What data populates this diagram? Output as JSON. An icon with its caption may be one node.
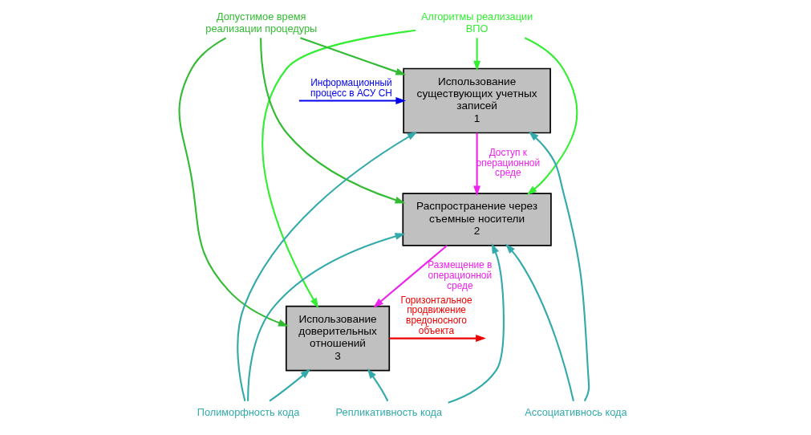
{
  "diagram": {
    "nodes": [
      {
        "text": [
          "Использование существующих учетных записей",
          "1"
        ]
      },
      {
        "text": [
          "Распространение через съемные носители",
          "2"
        ]
      },
      {
        "text": [
          "Использование доверительных отношений",
          "3"
        ]
      },
      {
        "text": [
          "Алгоритмы реализации ВПО"
        ]
      },
      {
        "text": [
          "Допустимое время реализации процедуры"
        ]
      },
      {
        "text": [
          "Ассоциативнось кода"
        ]
      },
      {
        "text": [
          "Полиморфность кода"
        ]
      },
      {
        "text": [
          "Репликативность кода"
        ]
      }
    ],
    "edges": [
      {
        "from": null,
        "to": 0,
        "arrow": "to",
        "label": "Информационный процесс в АСУ СН",
        "color": "#0000ee"
      },
      {
        "from": 3,
        "to": 0,
        "arrow": "to",
        "color": "#33ee33"
      },
      {
        "from": 3,
        "to": 1,
        "arrow": "to",
        "color": "#33ee33"
      },
      {
        "from": 3,
        "to": 2,
        "arrow": "to",
        "color": "#33ee33"
      },
      {
        "from": 4,
        "to": 0,
        "arrow": "to",
        "color": "#33bb33"
      },
      {
        "from": 4,
        "to": 1,
        "arrow": "to",
        "color": "#33bb33"
      },
      {
        "from": 4,
        "to": 2,
        "arrow": "to",
        "color": "#33bb33"
      },
      {
        "from": 0,
        "to": 1,
        "arrow": "to",
        "label": "Доступ к операционной среде",
        "color": "#ee22ee"
      },
      {
        "from": 1,
        "to": 2,
        "arrow": "to",
        "label": "Размещение в операционной среде",
        "color": "#ee22ee"
      },
      {
        "from": 2,
        "to": null,
        "arrow": "to",
        "label": "Горизонтальное продвижение вредоносного объекта",
        "color": "#ee0000"
      },
      {
        "from": 5,
        "to": 0,
        "arrow": "to"
      },
      {
        "from": 5,
        "to": 1,
        "arrow": "to"
      },
      {
        "from": 6,
        "to": 0,
        "arrow": "to"
      },
      {
        "from": 6,
        "to": 1,
        "arrow": "to"
      },
      {
        "from": 6,
        "to": 2,
        "arrow": "to"
      },
      {
        "from": 7,
        "to": 1,
        "arrow": "to"
      },
      {
        "from": 7,
        "to": 2,
        "arrow": "to"
      }
    ]
  }
}
